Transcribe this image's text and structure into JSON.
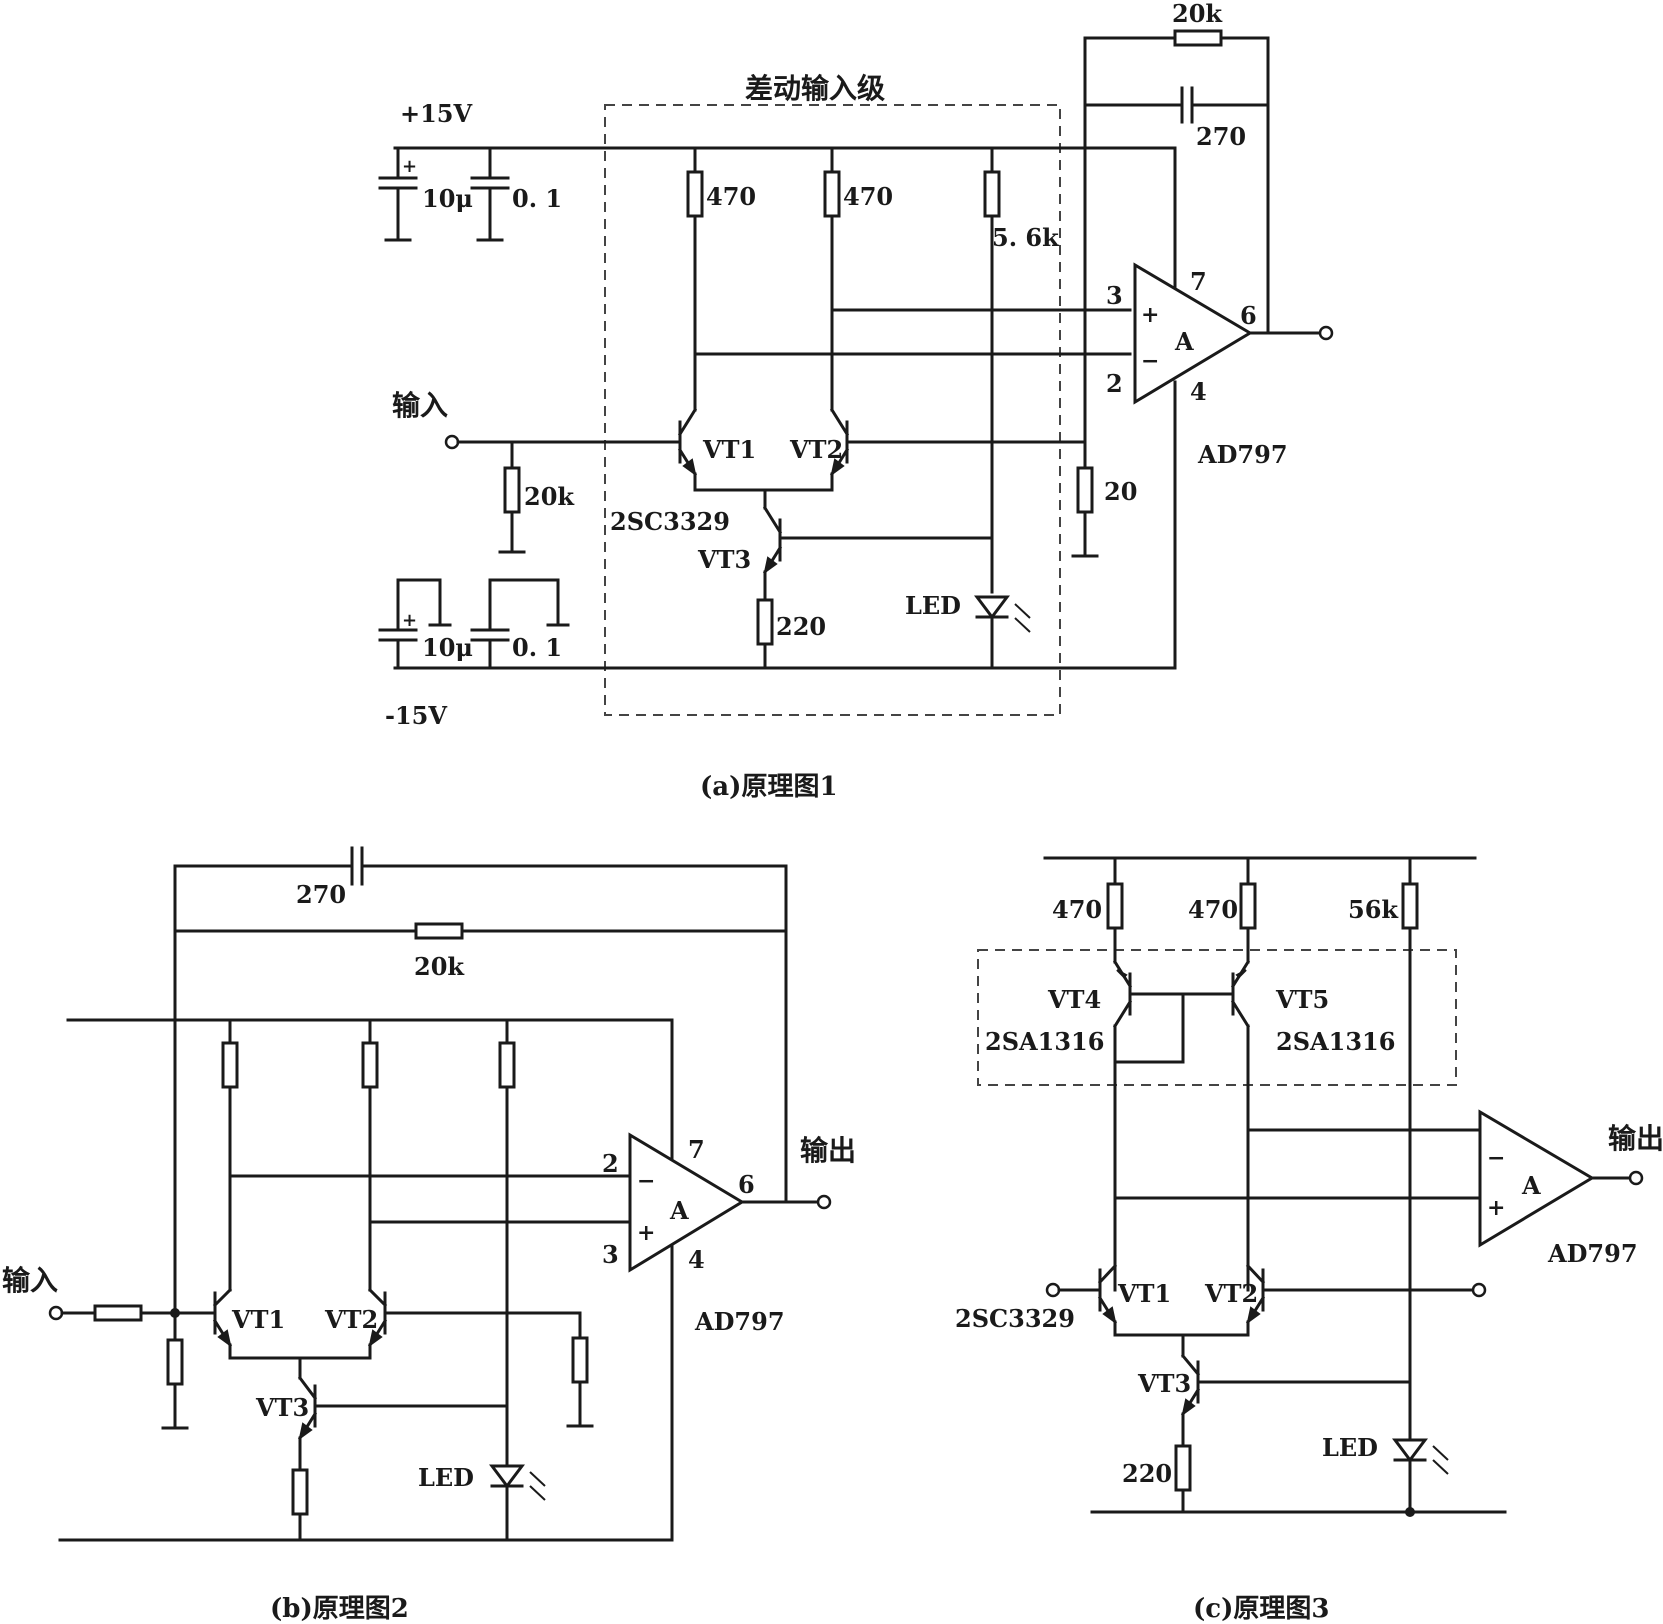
{
  "diagram_a": {
    "caption": "(a)原理图1",
    "stage_label": "差动输入级",
    "vplus": "+15V",
    "vminus": "-15V",
    "input": "输入",
    "cap_10u_top": "10μ",
    "cap_01_top": "0. 1",
    "cap_10u_bot": "10μ",
    "cap_01_bot": "0. 1",
    "r_470_left": "470",
    "r_470_right": "470",
    "r_56k": "5. 6k",
    "r_20k_in": "20k",
    "r_220": "220",
    "r_20": "20",
    "r_20k_fb": "20k",
    "c_270": "270",
    "vt1": "VT1",
    "vt2": "VT2",
    "vt3": "VT3",
    "transistor_type": "2SC3329",
    "led": "LED",
    "opamp": "A",
    "opamp_model": "AD797",
    "pin_plus": "+",
    "pin_minus": "−",
    "pin3": "3",
    "pin2": "2",
    "pin7": "7",
    "pin4": "4",
    "pin6": "6"
  },
  "diagram_b": {
    "caption": "(b)原理图2",
    "input": "输入",
    "output": "输出",
    "c_270": "270",
    "r_20k": "20k",
    "vt1": "VT1",
    "vt2": "VT2",
    "vt3": "VT3",
    "led": "LED",
    "opamp": "A",
    "opamp_model": "AD797",
    "pin_plus": "+",
    "pin_minus": "−",
    "pin2": "2",
    "pin3": "3",
    "pin7": "7",
    "pin4": "4",
    "pin6": "6"
  },
  "diagram_c": {
    "caption": "(c)原理图3",
    "output": "输出",
    "r_470_left": "470",
    "r_470_right": "470",
    "r_56k": "56k",
    "r_220": "220",
    "vt4": "VT4",
    "vt5": "VT5",
    "pnp_type_left": "2SA1316",
    "pnp_type_right": "2SA1316",
    "vt1": "VT1",
    "vt2": "VT2",
    "vt3": "VT3",
    "npn_type": "2SC3329",
    "led": "LED",
    "opamp": "A",
    "opamp_model": "AD797",
    "pin_plus": "+",
    "pin_minus": "−"
  }
}
